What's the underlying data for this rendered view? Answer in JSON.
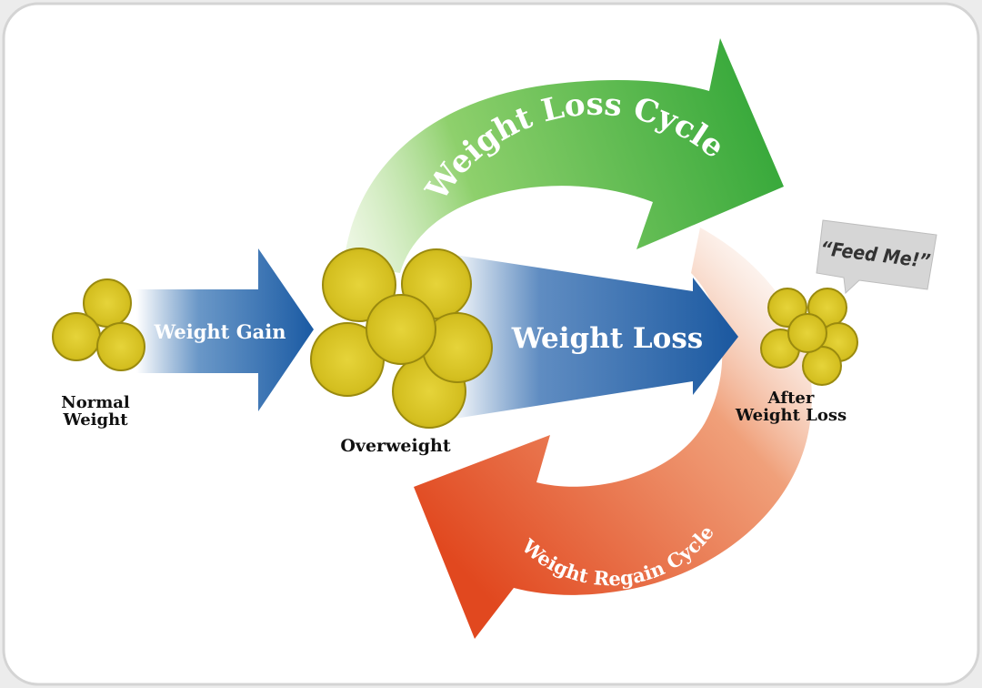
{
  "stages": {
    "normal": {
      "line1": "Normal",
      "line2": "Weight"
    },
    "overweight": {
      "label": "Overweight"
    },
    "after": {
      "line1": "After",
      "line2": "Weight Loss"
    }
  },
  "arrows": {
    "gain": "Weight Gain",
    "loss": "Weight Loss",
    "loss_cycle": "Weight Loss Cycle",
    "regain_cycle": "Weight Regain Cycle"
  },
  "speech_bubble": "“Feed Me!”",
  "colors": {
    "fat_cell": "#d8c424",
    "blue_arrow": "#1f5fa6",
    "green_arrow": "#3aaa3a",
    "red_arrow": "#e2522a"
  }
}
